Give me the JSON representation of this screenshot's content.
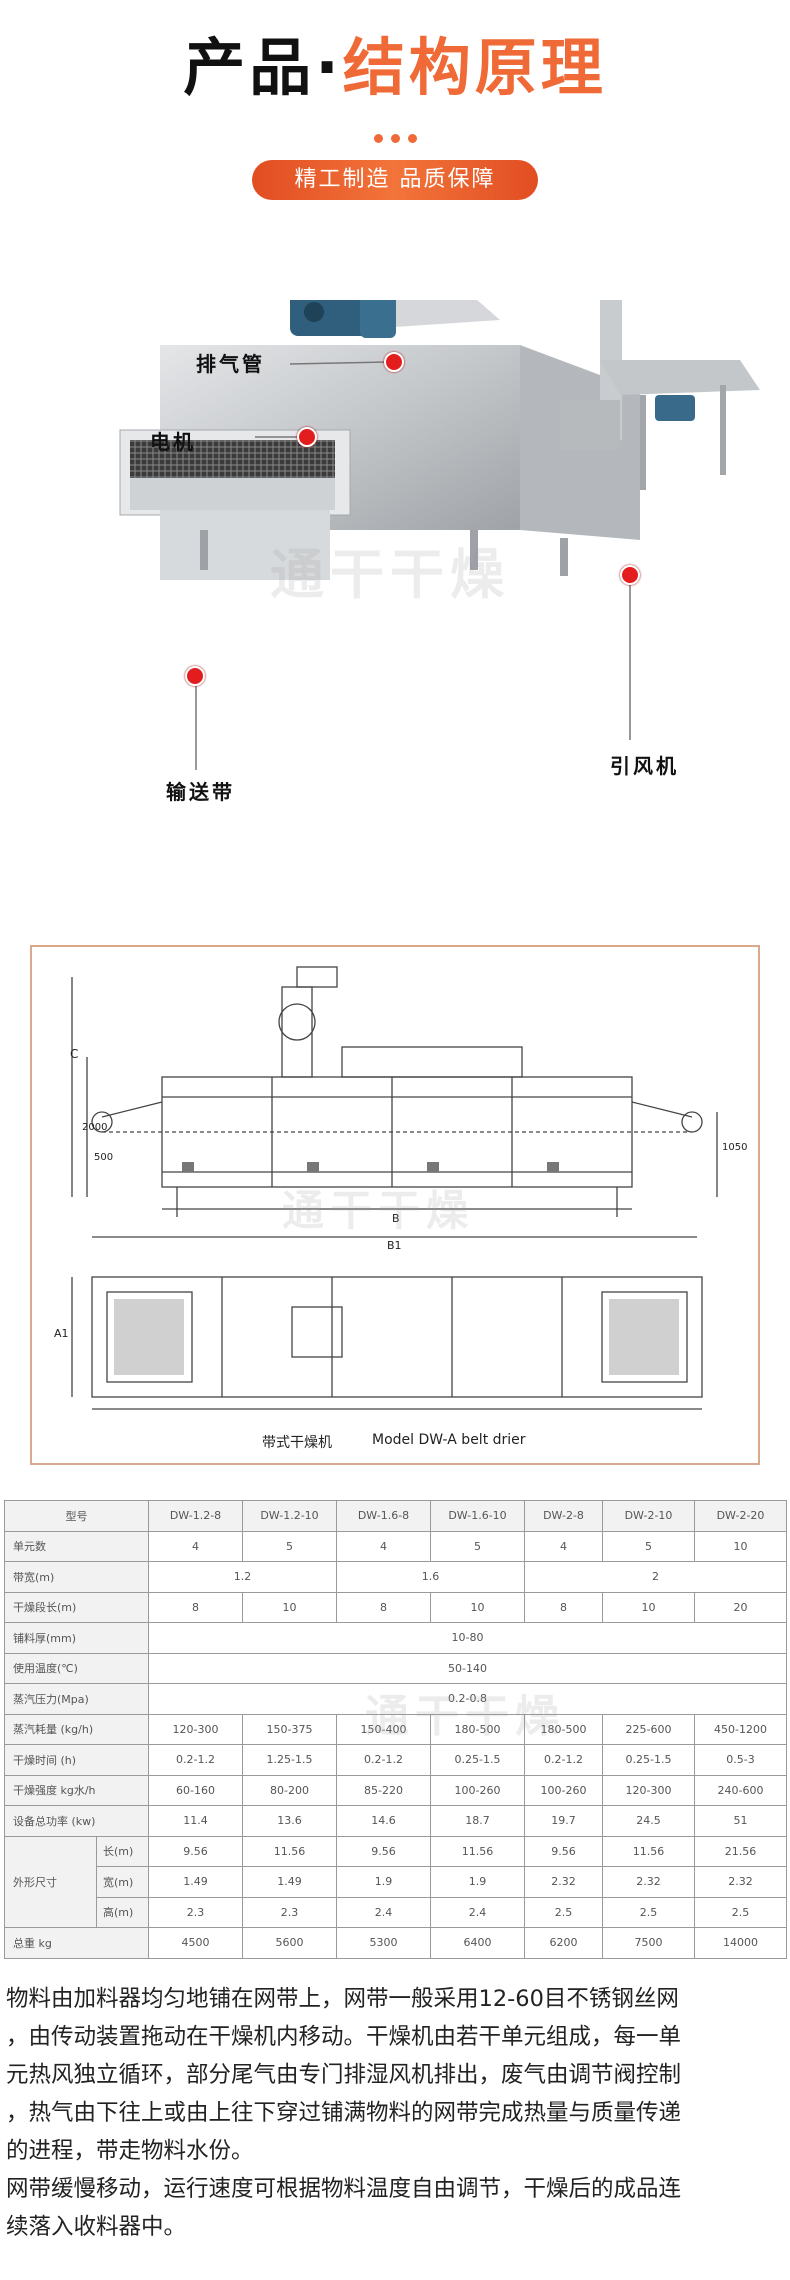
{
  "header": {
    "title_part1": "产品",
    "title_dot": "·",
    "title_part2": "结构原理",
    "pill_text": "精工制造 品质保障"
  },
  "photo": {
    "callouts": {
      "exhaust_pipe": "排气管",
      "motor": "电机",
      "conveyor_belt": "输送带",
      "induced_fan": "引风机"
    },
    "watermark": "通干干燥"
  },
  "drawing": {
    "caption_cn": "带式干燥机",
    "caption_en": "Model DW-A belt drier",
    "dim_labels": {
      "c": "C",
      "d2000": "2000",
      "d500": "500",
      "b": "B",
      "b1": "B1",
      "d1050": "1050",
      "a1": "A1"
    },
    "watermark": "通干干燥"
  },
  "spec_table": {
    "watermark": "通干干燥",
    "header": [
      "型号",
      "DW-1.2-8",
      "DW-1.2-10",
      "DW-1.6-8",
      "DW-1.6-10",
      "DW-2-8",
      "DW-2-10",
      "DW-2-20"
    ],
    "rows": {
      "units": {
        "label": "单元数",
        "values": [
          "4",
          "5",
          "4",
          "5",
          "4",
          "5",
          "10"
        ]
      },
      "belt_width": {
        "label": "带宽(m)",
        "values": [
          "1.2",
          "1.6",
          "2"
        ]
      },
      "dry_length": {
        "label": "干燥段长(m)",
        "values": [
          "8",
          "10",
          "8",
          "10",
          "8",
          "10",
          "20"
        ]
      },
      "thickness": {
        "label": "铺料厚(mm)",
        "value": "10-80"
      },
      "temperature": {
        "label": "使用温度(℃)",
        "value": "50-140"
      },
      "steam_pressure": {
        "label": "蒸汽压力(Mpa)",
        "value": "0.2-0.8"
      },
      "steam_use": {
        "label": "蒸汽耗量 (kg/h)",
        "values": [
          "120-300",
          "150-375",
          "150-400",
          "180-500",
          "180-500",
          "225-600",
          "450-1200"
        ]
      },
      "dry_time": {
        "label": "干燥时间 (h)",
        "values": [
          "0.2-1.2",
          "1.25-1.5",
          "0.2-1.2",
          "0.25-1.5",
          "0.2-1.2",
          "0.25-1.5",
          "0.5-3"
        ]
      },
      "intensity": {
        "label": "干燥强度 kg水/h",
        "values": [
          "60-160",
          "80-200",
          "85-220",
          "100-260",
          "100-260",
          "120-300",
          "240-600"
        ]
      },
      "power": {
        "label": "设备总功率 (kw)",
        "values": [
          "11.4",
          "13.6",
          "14.6",
          "18.7",
          "19.7",
          "24.5",
          "51"
        ]
      },
      "size_group": "外形尺寸",
      "length": {
        "label": "长(m)",
        "values": [
          "9.56",
          "11.56",
          "9.56",
          "11.56",
          "9.56",
          "11.56",
          "21.56"
        ]
      },
      "width": {
        "label": "宽(m)",
        "values": [
          "1.49",
          "1.49",
          "1.9",
          "1.9",
          "2.32",
          "2.32",
          "2.32"
        ]
      },
      "height": {
        "label": "高(m)",
        "values": [
          "2.3",
          "2.3",
          "2.4",
          "2.4",
          "2.5",
          "2.5",
          "2.5"
        ]
      },
      "weight": {
        "label": "总重 kg",
        "values": [
          "4500",
          "5600",
          "5300",
          "6400",
          "6200",
          "7500",
          "14000"
        ]
      }
    }
  },
  "description": {
    "p1_lines": [
      "物料由加料器均匀地铺在网带上，网带一般采用12-60目不锈钢丝网",
      "，由传动装置拖动在干燥机内移动。干燥机由若干单元组成，每一单",
      "元热风独立循环，部分尾气由专门排湿风机排出，废气由调节阀控制",
      "，热气由下往上或由上往下穿过铺满物料的网带完成热量与质量传递",
      "的进程，带走物料水份。"
    ],
    "p2_lines": [
      "网带缓慢移动，运行速度可根据物料温度自由调节，干燥后的成品连",
      "续落入收料器中。"
    ]
  },
  "colors": {
    "accent": "#ef6a36",
    "callout_dot": "#e31d1d",
    "frame": "#d9a98e",
    "steel": "#b9bcbf"
  }
}
